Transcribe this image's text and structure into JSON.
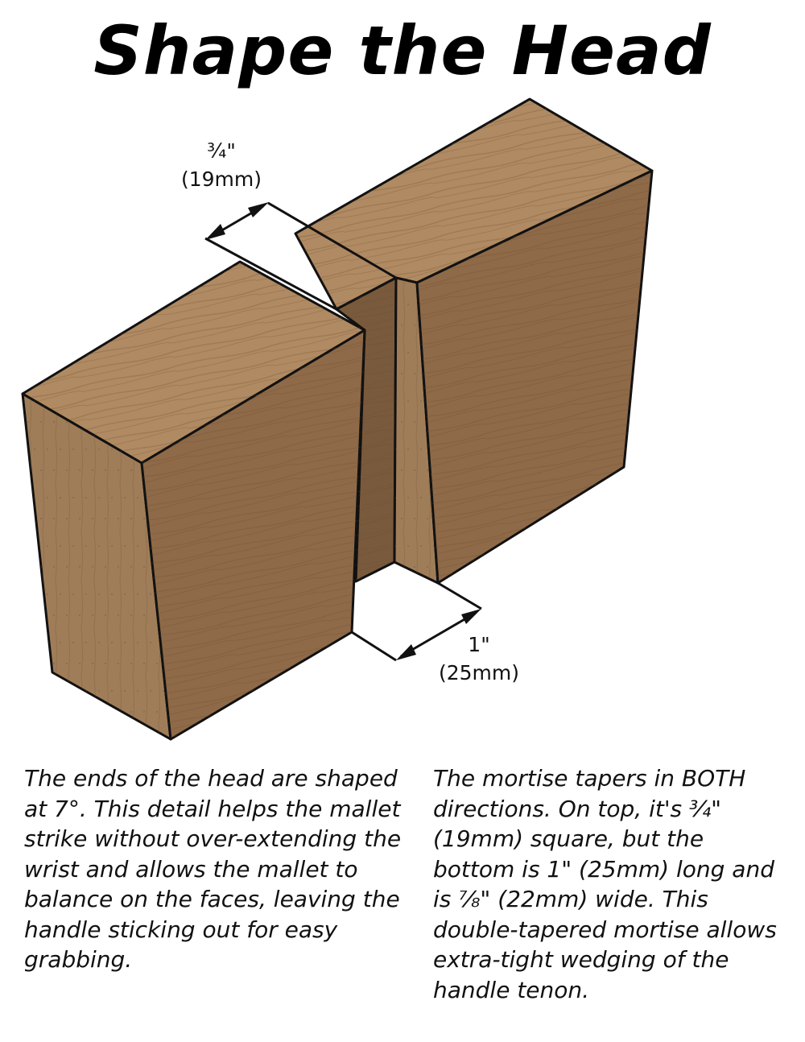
{
  "title": "Shape the Head",
  "dimension_top": {
    "imperial": "¾\"",
    "metric": "(19mm)"
  },
  "dimension_bottom": {
    "imperial": "1\"",
    "metric": "(25mm)"
  },
  "caption_left": "The ends of the head are shaped at 7°. This detail helps the mallet strike without over-extending the wrist and allows the mallet to balance on the faces, leaving the handle sticking out for easy grabbing.",
  "caption_right": {
    "part1": "The mortise tapers in BOTH directions. On top, it's",
    "fraction1": "¾\"",
    "part2": "(19mm) square, but the bottom is 1\" (25mm) long and is",
    "fraction2": "⅞\"",
    "part3": "(22mm) wide. This double-tapered mortise allows extra-tight wedging of the handle tenon."
  },
  "colors": {
    "wood_top": "#b08a62",
    "wood_face": "#8f6a48",
    "wood_end": "#a07d59",
    "wood_mortise": "#7a5a3c",
    "outline": "#111111"
  }
}
